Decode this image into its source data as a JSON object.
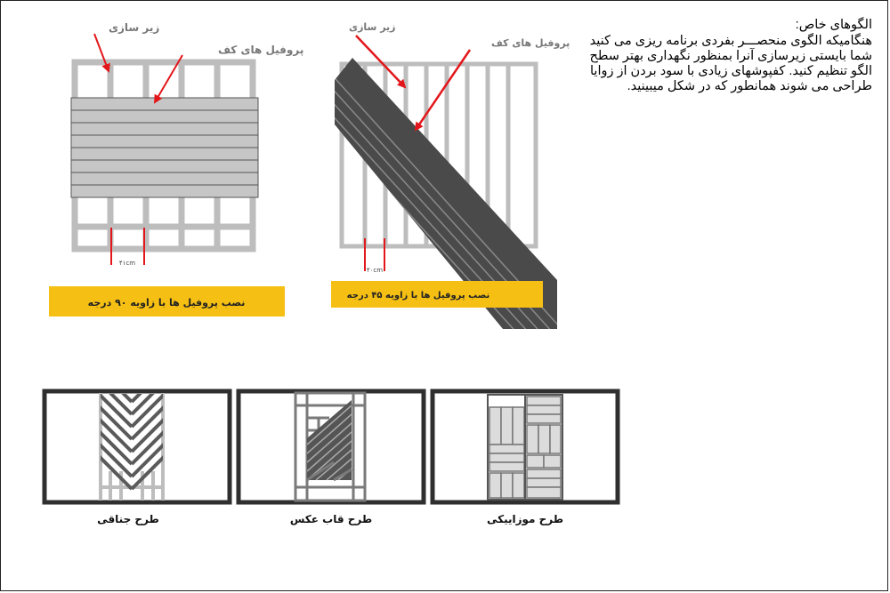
{
  "intro": {
    "title": "الگوهای خاص:",
    "paragraph": "هنگامیکه الگوی منحصـــر بفردی برنامه ریزی می کنید شما بایستی زیرسازی آنرا بمنظور نگهداری بهتر سطح الگو تنظیم کنید. کفپوشهای زیادی با سود بردن از زوایا طراحی می شوند همانطور که در شکل میبینید."
  },
  "diagram_90": {
    "label_substructure": "زیر سازی",
    "label_profiles": "پروفیل های کف",
    "spacing": "۴۱cm",
    "caption": "نصب پروفیل ها با زاویه ۹۰ درجه"
  },
  "diagram_45": {
    "label_substructure": "زیر سازی",
    "label_profiles": "پروفیل های کف",
    "spacing": "۴۰cm",
    "caption": "نصب پروفیل ها با زاویه ۴۵ درجه"
  },
  "patterns": [
    {
      "caption": "طرح  جناقی"
    },
    {
      "caption": "طرح  قاب عکس"
    },
    {
      "caption": "طرح  موزاییکی"
    }
  ],
  "colors": {
    "frame_gray": "#bdbdbd",
    "board_gray": "#c6c6c6",
    "dark_board": "#4a4a4a",
    "arrow_red": "#e3171b",
    "banner_yellow": "#f5bf14",
    "box_border": "#2f2f2f"
  }
}
